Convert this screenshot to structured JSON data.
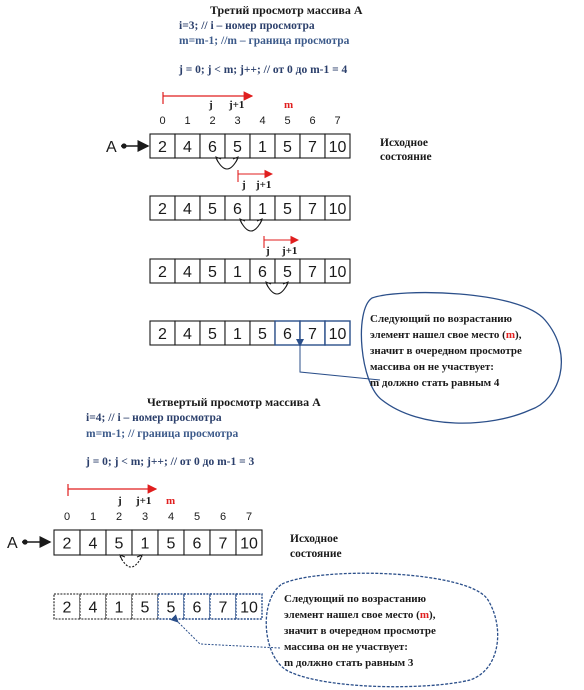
{
  "colors": {
    "ink": "#1a1a1a",
    "red": "#e01e1e",
    "blue_dark": "#2b3f6b",
    "blue_text": "#3c5a8a",
    "callout_border": "#2b4f8a"
  },
  "section1": {
    "title": "Третий просмотр массива А",
    "line_i": "i=3; // i – номер просмотра",
    "line_m": "m=m-1;   //m – граница просмотра",
    "line_loop": "j = 0; j < m; j++; // от 0 до m-1 = 4",
    "indices": [
      "0",
      "1",
      "2",
      "3",
      "4",
      "5",
      "6",
      "7"
    ],
    "label_j": "j",
    "label_j1": "j+1",
    "label_m": "m",
    "array_name": "A",
    "initial_label_1": "Исходное",
    "initial_label_2": "состояние",
    "rows": [
      [
        "2",
        "4",
        "6",
        "5",
        "1",
        "5",
        "7",
        "10"
      ],
      [
        "2",
        "4",
        "5",
        "6",
        "1",
        "5",
        "7",
        "10"
      ],
      [
        "2",
        "4",
        "5",
        "1",
        "6",
        "5",
        "7",
        "10"
      ],
      [
        "2",
        "4",
        "5",
        "1",
        "5",
        "6",
        "7",
        "10"
      ]
    ],
    "callout": [
      "Следующий по возрастанию",
      "элемент нашел свое место (m),",
      "значит в очередном просмотре",
      "массива он не участвует:",
      "m должно стать равным 4"
    ]
  },
  "section2": {
    "title": "Четвертый просмотр массива А",
    "line_i": "i=4; // i – номер просмотра",
    "line_m": "m=m-1; // граница просмотра",
    "line_loop": "j = 0; j < m; j++; // от 0 до m-1 = 3",
    "indices": [
      "0",
      "1",
      "2",
      "3",
      "4",
      "5",
      "6",
      "7"
    ],
    "label_j": "j",
    "label_j1": "j+1",
    "label_m": "m",
    "array_name": "A",
    "initial_label_1": "Исходное",
    "initial_label_2": "состояние",
    "rows": [
      [
        "2",
        "4",
        "5",
        "1",
        "5",
        "6",
        "7",
        "10"
      ],
      [
        "2",
        "4",
        "1",
        "5",
        "5",
        "6",
        "7",
        "10"
      ]
    ],
    "callout": [
      "Следующий по возрастанию",
      "элемент нашел свое место (m),",
      "значит в очередном просмотре",
      "массива он не участвует:",
      "m должно стать равным 3"
    ]
  }
}
